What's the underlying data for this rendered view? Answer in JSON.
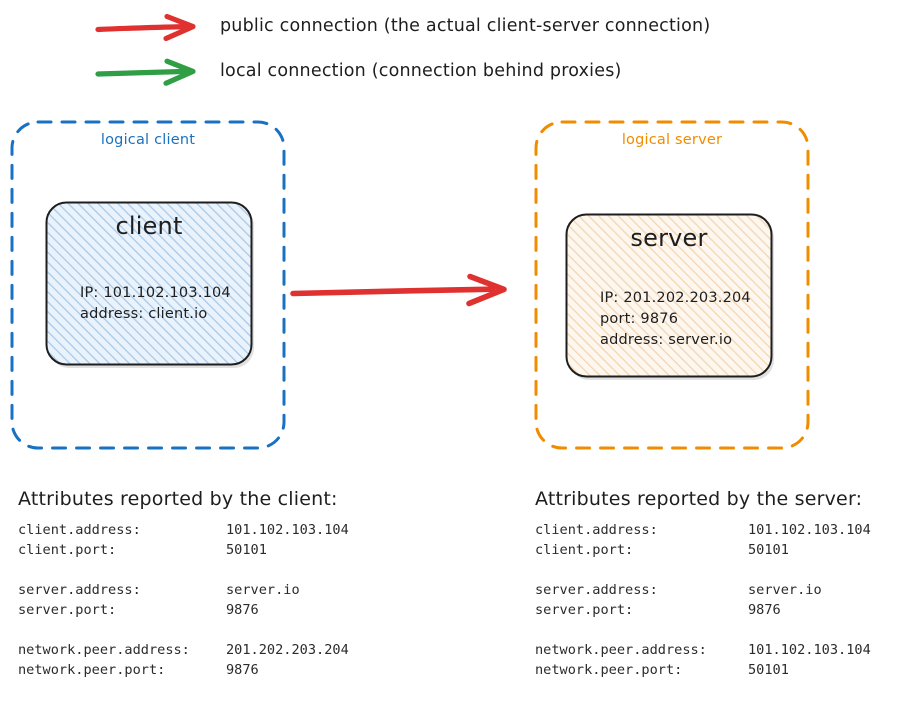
{
  "legend": {
    "items": [
      {
        "id": "public-connection",
        "arrow_color": "#e03131",
        "label": "public connection (the actual client-server connection)"
      },
      {
        "id": "local-connection",
        "arrow_color": "#2f9e44",
        "label": "local connection (connection behind proxies)"
      }
    ]
  },
  "diagram": {
    "main_arrow": {
      "kind": "public-connection",
      "color": "#e03131",
      "from": "client",
      "to": "server"
    },
    "logical_client": {
      "title": "logical client",
      "border_color": "#1971c2",
      "node": {
        "title": "client",
        "fill_color": "#e7f1fa",
        "hatch_color": "#a5c8e8",
        "props": [
          "IP: 101.102.103.104",
          "address: client.io"
        ]
      }
    },
    "logical_server": {
      "title": "logical server",
      "border_color": "#f08c00",
      "node": {
        "title": "server",
        "fill_color": "#fdf6ec",
        "hatch_color": "#f2d2a9",
        "props": [
          "IP: 201.202.203.204",
          "port: 9876",
          "address: server.io"
        ]
      }
    }
  },
  "attributes": {
    "client_report": {
      "heading": "Attributes reported by the client:",
      "groups": [
        {
          "rows": [
            {
              "key": "client.address:",
              "value": "101.102.103.104"
            },
            {
              "key": "client.port:",
              "value": "50101"
            }
          ]
        },
        {
          "rows": [
            {
              "key": "server.address:",
              "value": "server.io"
            },
            {
              "key": "server.port:",
              "value": "9876"
            }
          ]
        },
        {
          "rows": [
            {
              "key": "network.peer.address:",
              "value": "201.202.203.204"
            },
            {
              "key": "network.peer.port:",
              "value": "9876"
            }
          ]
        }
      ]
    },
    "server_report": {
      "heading": "Attributes reported by the server:",
      "groups": [
        {
          "rows": [
            {
              "key": "client.address:",
              "value": "101.102.103.104"
            },
            {
              "key": "client.port:",
              "value": "50101"
            }
          ]
        },
        {
          "rows": [
            {
              "key": "server.address:",
              "value": "server.io"
            },
            {
              "key": "server.port:",
              "value": "9876"
            }
          ]
        },
        {
          "rows": [
            {
              "key": "network.peer.address:",
              "value": "101.102.103.104"
            },
            {
              "key": "network.peer.port:",
              "value": "50101"
            }
          ]
        }
      ]
    }
  }
}
